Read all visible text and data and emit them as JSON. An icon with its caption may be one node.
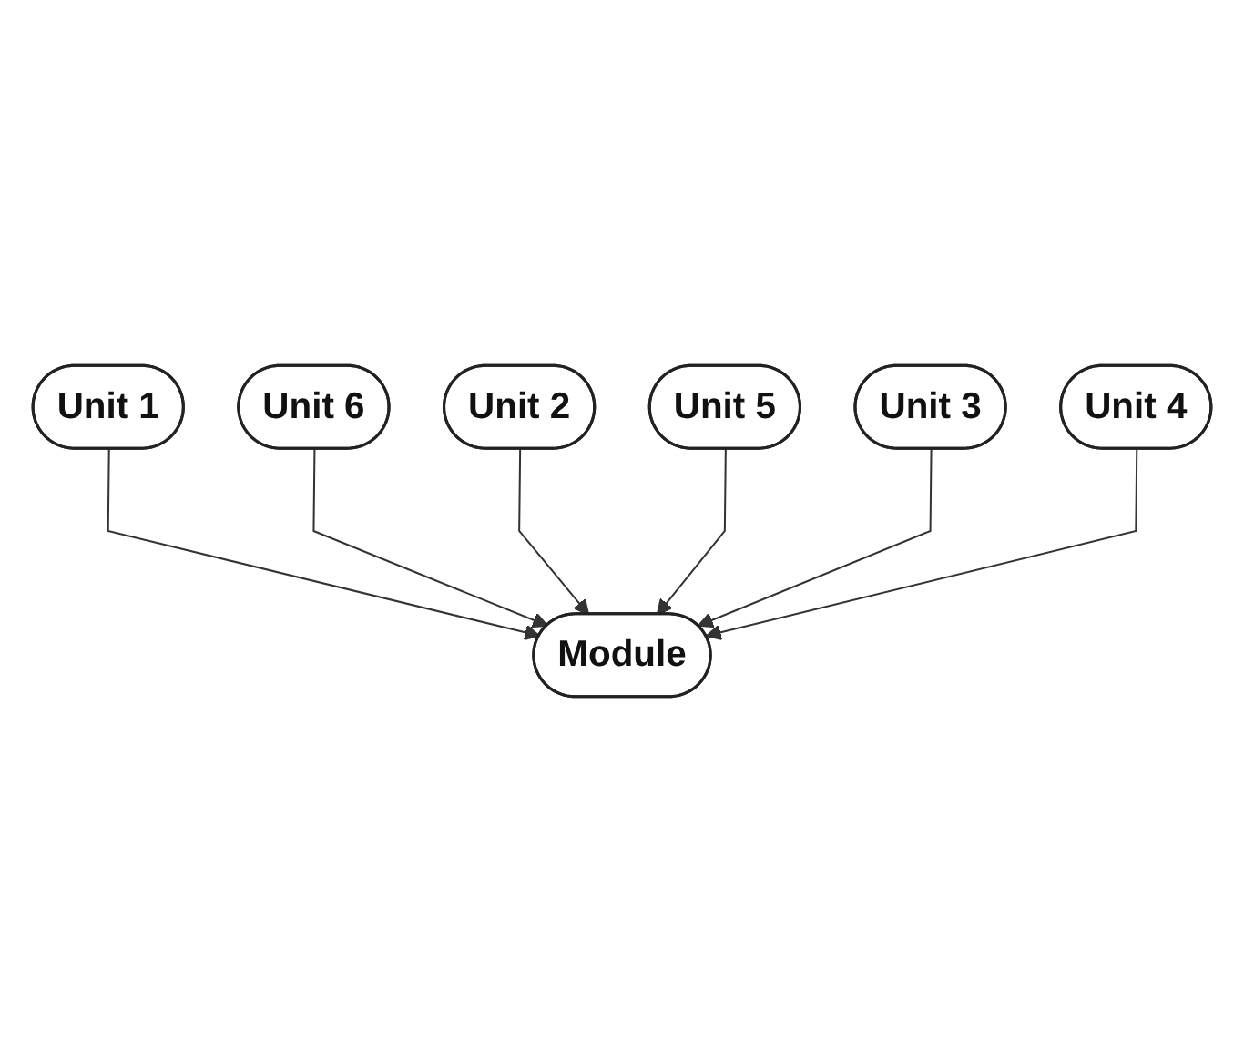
{
  "diagram": {
    "nodes": [
      {
        "text": [
          "Unit 1"
        ]
      },
      {
        "text": [
          "Unit 6"
        ]
      },
      {
        "text": [
          "Unit 2"
        ]
      },
      {
        "text": [
          "Module"
        ]
      },
      {
        "text": [
          "Unit 5"
        ]
      },
      {
        "text": [
          "Unit 3"
        ]
      },
      {
        "text": [
          "Unit 4"
        ]
      }
    ],
    "edges": [
      {
        "from": 0,
        "to": 3,
        "arrow": "to"
      },
      {
        "from": 1,
        "to": 3,
        "arrow": "to"
      },
      {
        "from": 2,
        "to": 3,
        "arrow": "to"
      },
      {
        "from": 4,
        "to": 3,
        "arrow": "to"
      },
      {
        "from": 5,
        "to": 3,
        "arrow": "to"
      },
      {
        "from": 6,
        "to": 3,
        "arrow": "to"
      }
    ]
  }
}
